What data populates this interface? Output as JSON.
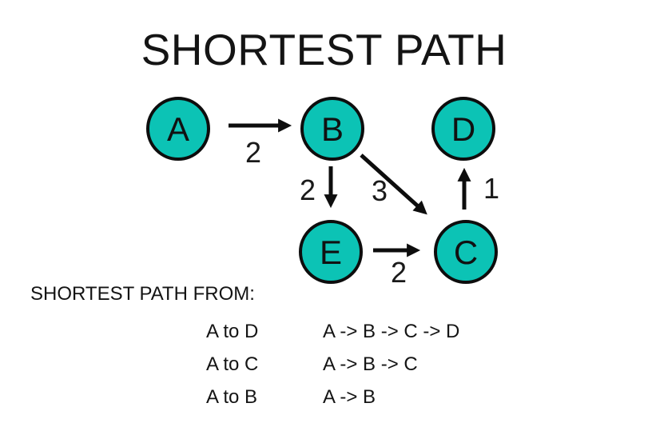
{
  "title": "SHORTEST PATH",
  "colors": {
    "node_fill": "#0CC3B5",
    "stroke": "#0D0D0D",
    "background": "#FFFFFF"
  },
  "graph": {
    "nodes": [
      {
        "id": "A",
        "label": "A"
      },
      {
        "id": "B",
        "label": "B"
      },
      {
        "id": "D",
        "label": "D"
      },
      {
        "id": "E",
        "label": "E"
      },
      {
        "id": "C",
        "label": "C"
      }
    ],
    "edges": [
      {
        "from": "A",
        "to": "B",
        "weight": "2"
      },
      {
        "from": "B",
        "to": "E",
        "weight": "2"
      },
      {
        "from": "B",
        "to": "C",
        "weight": "3"
      },
      {
        "from": "C",
        "to": "D",
        "weight": "1"
      },
      {
        "from": "E",
        "to": "C",
        "weight": "2"
      }
    ]
  },
  "results": {
    "heading": "SHORTEST PATH FROM:",
    "rows": [
      {
        "query": "A to D",
        "path": "A -> B -> C -> D"
      },
      {
        "query": "A to C",
        "path": "A -> B -> C"
      },
      {
        "query": "A to B",
        "path": "A -> B"
      }
    ]
  }
}
